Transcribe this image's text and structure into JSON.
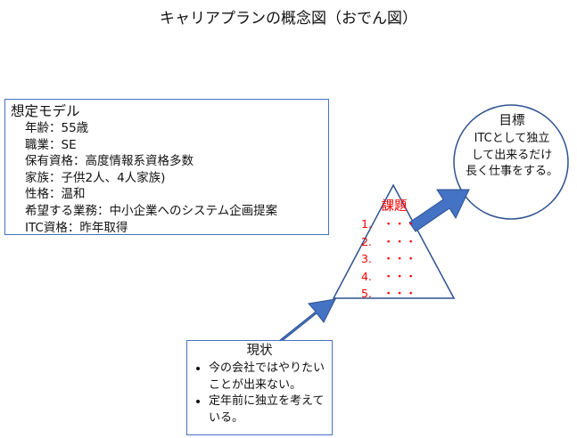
{
  "title": "キャリアプランの概念図（おでん図）",
  "model": {
    "title": "想定モデル",
    "items": [
      "年齢：55歳",
      "職業：SE",
      "保有資格：高度情報系資格多数",
      "家族：子供2人、4人家族)",
      "性格：温和",
      "希望する業務：中小企業へのシステム企画提案",
      "ITC資格：昨年取得"
    ]
  },
  "goal": {
    "title": "目標",
    "lines": [
      "ITCとして独立",
      "して出来るだけ",
      "長く仕事をする。"
    ]
  },
  "issues": {
    "title": "課題",
    "items": [
      "1.　・・・",
      "2.　・・・",
      "3.　・・・",
      "4.　・・・",
      "5.　・・・"
    ]
  },
  "current": {
    "title": "現状",
    "items": [
      "今の会社ではやりたいことが出来ない。",
      "定年前に独立を考えている。"
    ]
  },
  "colors": {
    "box_border": "#4472c4",
    "arrow_fill": "#4472c4",
    "arrow_stroke": "#2f528f",
    "issues_text": "#ff0000",
    "shape_border": "#2f528f"
  }
}
